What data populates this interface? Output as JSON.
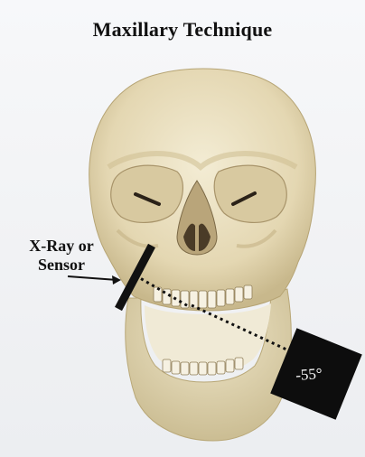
{
  "title": "Maxillary Technique",
  "sensor_label_line1": "X-Ray or",
  "sensor_label_line2": "Sensor",
  "angle_label": "-55°",
  "colors": {
    "bone": "#e9dfc2",
    "bone_shadow": "#c9b98f",
    "cavity": "#3a2f20",
    "marker": "#111111",
    "background": "#f4f5f7"
  }
}
